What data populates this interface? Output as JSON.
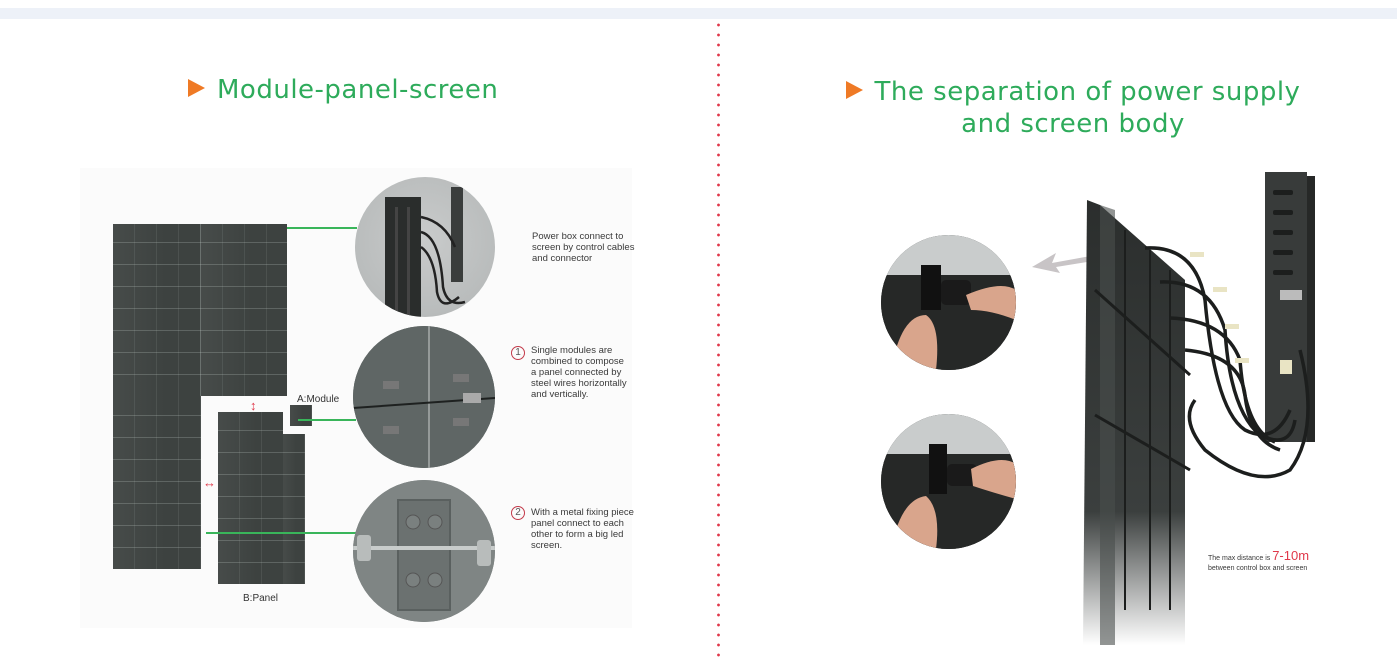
{
  "left_section": {
    "title": "Module-panel-screen",
    "title_icon": "orange-triangle-bullet-icon",
    "labels": {
      "module": "A:Module",
      "panel": "B:Panel"
    },
    "callouts": [
      {
        "number": "",
        "text": "Power box connect to screen by control cables and connector"
      },
      {
        "number": "1",
        "text": "Single modules are combined to compose a panel connected by steel wires horizontally and vertically."
      },
      {
        "number": "2",
        "text": "With a metal fixing piece panel connect to each other to form a big led screen."
      }
    ],
    "spacing_icons": [
      "vertical-double-arrow-icon",
      "horizontal-double-arrow-icon"
    ]
  },
  "right_section": {
    "title": "The separation of power supply and screen body",
    "title_icon": "orange-triangle-bullet-icon",
    "annotation": {
      "prefix": "The max distance is ",
      "highlight": "7-10m",
      "suffix": "between control box and screen"
    }
  },
  "colors": {
    "title_green": "#2eab5b",
    "bullet_orange": "#ef7a25",
    "accent_red": "#e0384a",
    "connector_green": "#39b55a",
    "panel_dark": "#3d4240",
    "top_bar": "#edf1f8"
  }
}
